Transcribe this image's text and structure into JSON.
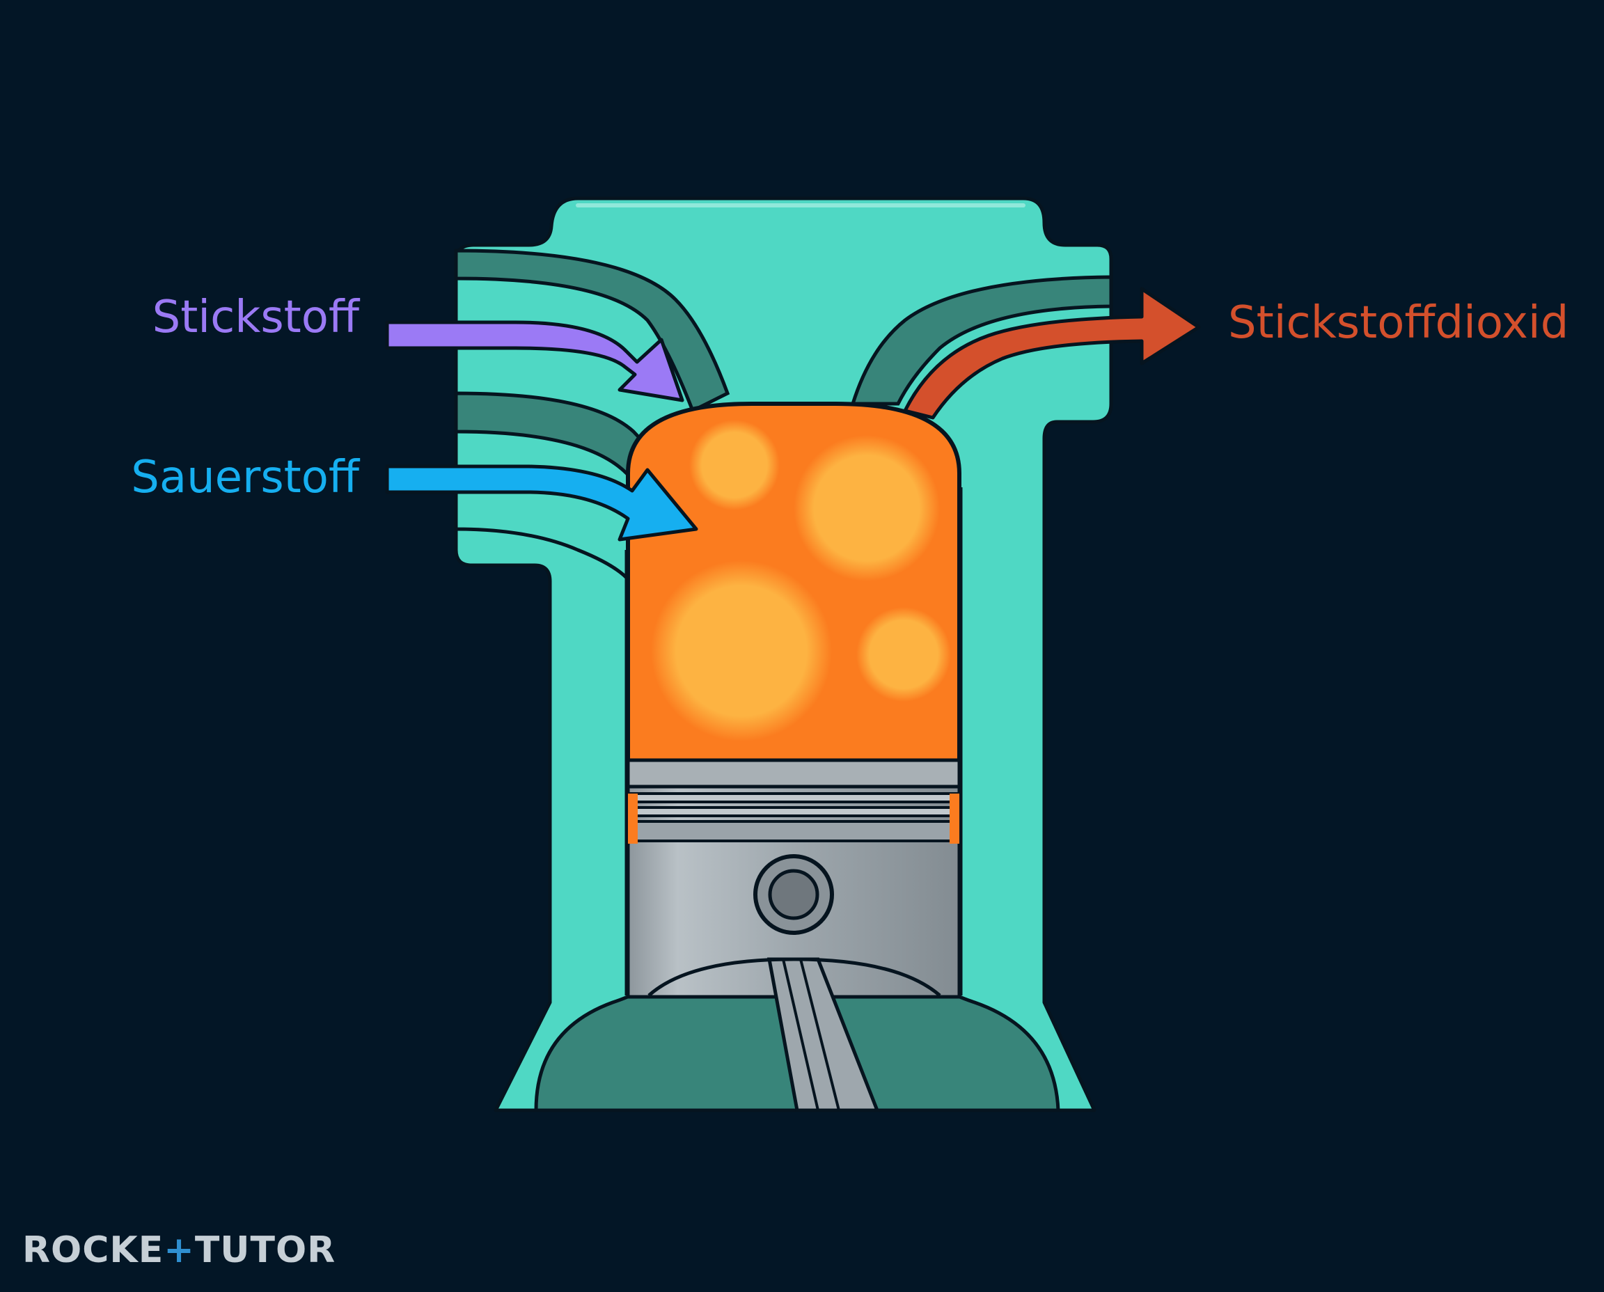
{
  "labels": {
    "nitrogen": "Stickstoff",
    "oxygen": "Sauerstoff",
    "nitrogen_dioxide": "Stickstoffdioxid"
  },
  "logo": {
    "part1": "ROCKE",
    "plus": "+",
    "part2": "TUTOR"
  },
  "colors": {
    "background": "#031626",
    "engine_block": "#4fd8c4",
    "port_channel": "#38857a",
    "combustion": "#fb7c1f",
    "flame_spot": "#fdb342",
    "piston": "#9ea7ad",
    "nitrogen_arrow": "#9b7af5",
    "oxygen_arrow": "#16aff0",
    "no2_arrow": "#d4502c"
  },
  "icons": [
    "nitrogen-arrow-icon",
    "oxygen-arrow-icon",
    "nitrogen-dioxide-arrow-icon"
  ]
}
